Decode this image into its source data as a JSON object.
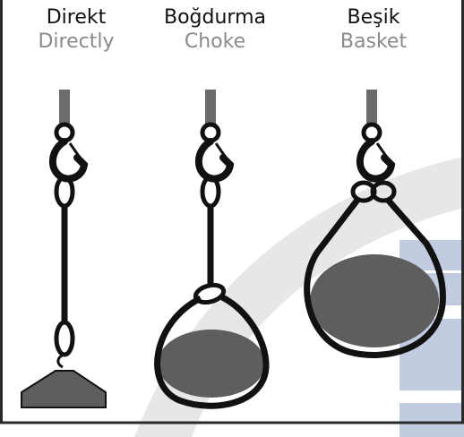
{
  "labels": {
    "direct": {
      "tr": "Direkt",
      "en": "Directly"
    },
    "choke": {
      "tr": "Boğdurma",
      "en": "Choke"
    },
    "basket": {
      "tr": "Beşik",
      "en": "Basket"
    }
  },
  "colors": {
    "border": "#2a2a2a",
    "sling": "#111111",
    "load": "#5e5e5e",
    "wire_rope": "#6b6b6b",
    "watermark_arc": "#e6e6e6",
    "watermark_blue": "#aebbd6"
  }
}
